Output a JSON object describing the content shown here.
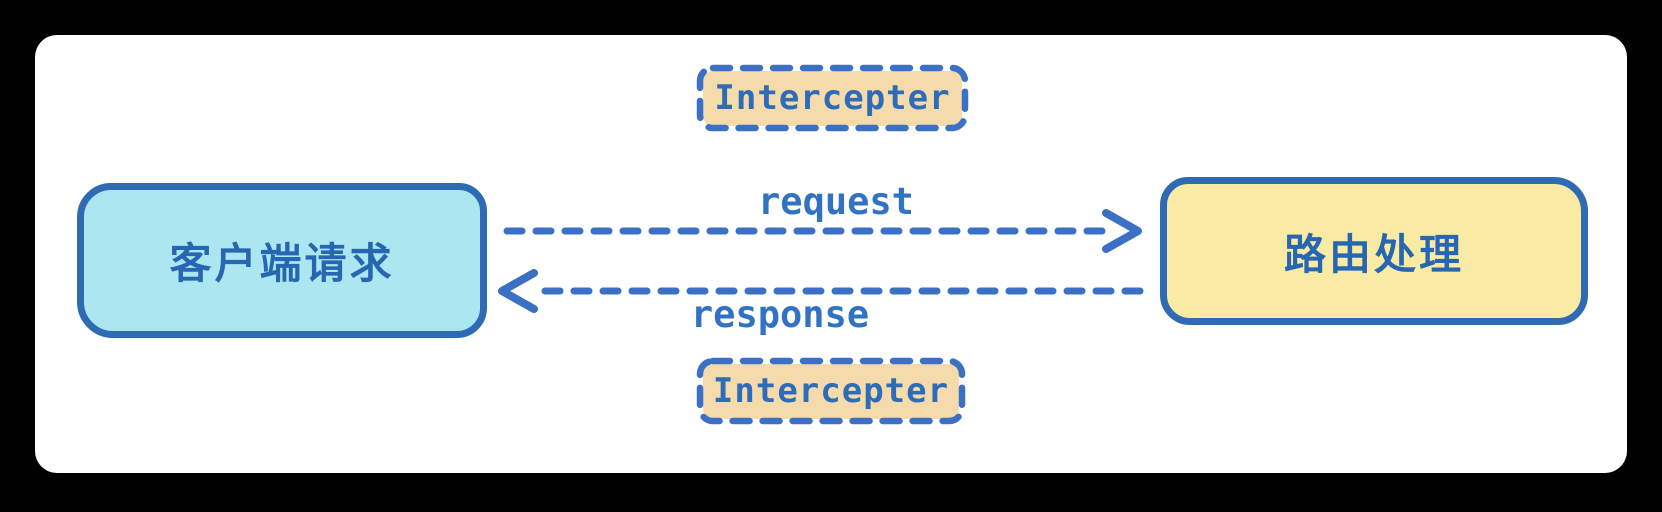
{
  "diagram": {
    "title": "client request routing with interceptors",
    "client_box": {
      "label": "客户端请求"
    },
    "router_box": {
      "label": "路由处理"
    },
    "interceptor_top": {
      "label": "Intercepter"
    },
    "interceptor_bottom": {
      "label": "Intercepter"
    },
    "request_arrow": {
      "label": "request",
      "direction": "left-to-right",
      "style": "dashed"
    },
    "response_arrow": {
      "label": "response",
      "direction": "right-to-left",
      "style": "dashed"
    },
    "colors": {
      "page_background": "#000000",
      "canvas_background": "#ffffff",
      "client_fill": "#abe6f1",
      "router_fill": "#faeba4",
      "interceptor_fill": "#f5daac",
      "stroke_blue": "#2f6bb5",
      "dash_blue": "#3b70c4",
      "text_blue": "#2e6cb8"
    }
  }
}
